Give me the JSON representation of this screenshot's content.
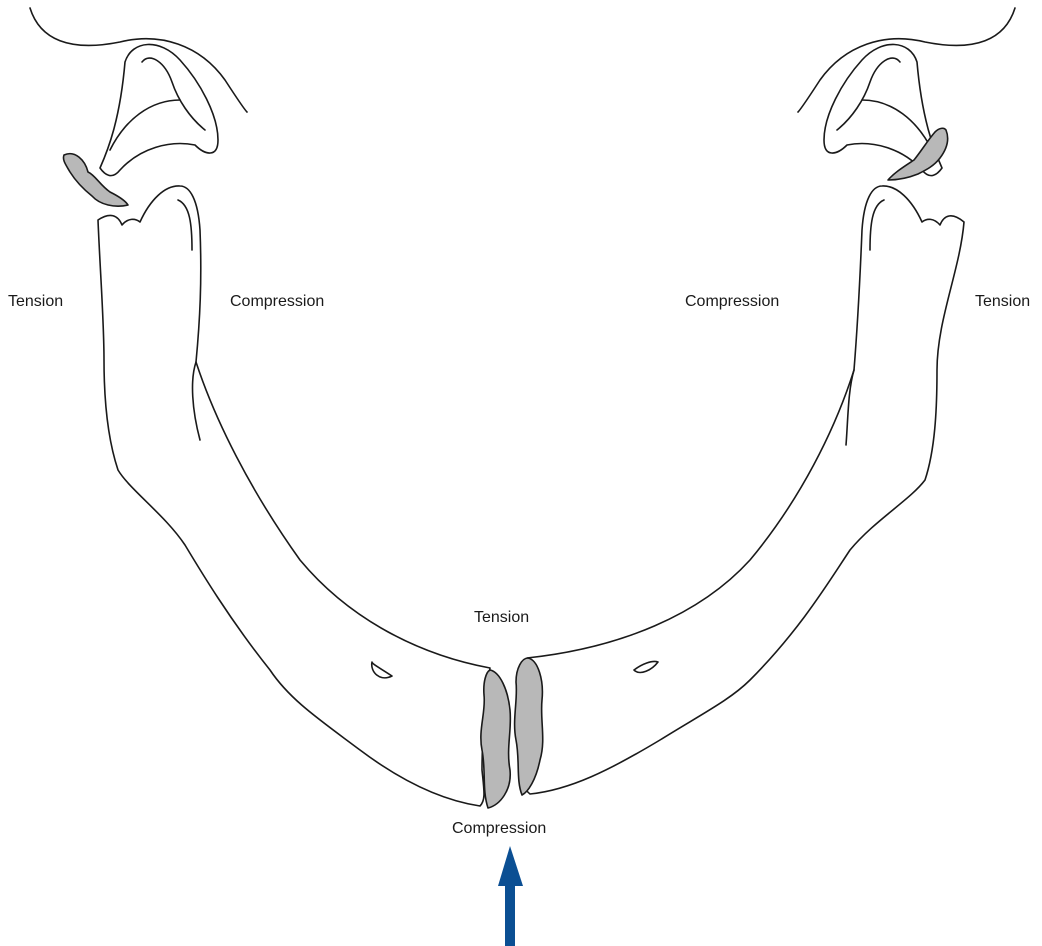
{
  "labels": {
    "left_ramus_outer": "Tension",
    "left_ramus_inner": "Compression",
    "right_ramus_inner": "Compression",
    "right_ramus_outer": "Tension",
    "symphysis_top": "Tension",
    "symphysis_bottom": "Compression"
  },
  "colors": {
    "outline": "#1a1a1a",
    "fracture_fill": "#b8b8b8",
    "arrow": "#0b4f93",
    "background": "#ffffff"
  },
  "icons": {
    "force_arrow": "arrow-up-icon"
  }
}
